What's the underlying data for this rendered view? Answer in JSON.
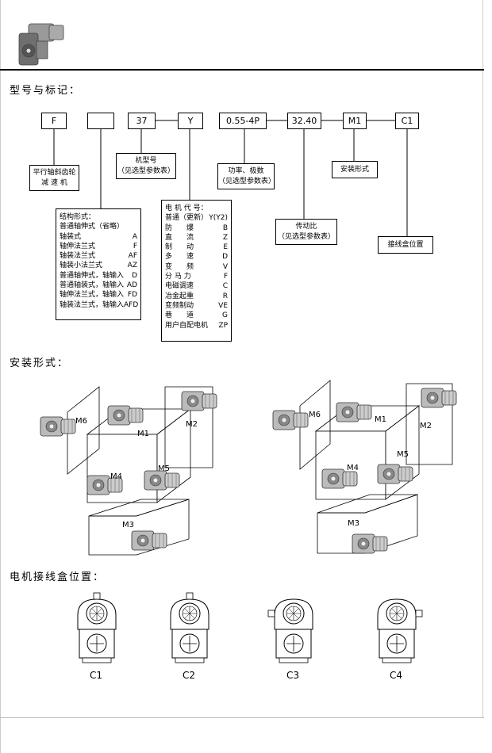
{
  "headings": {
    "model": "型号与标记：",
    "mounting": "安装形式：",
    "terminal": "电机接线盒位置："
  },
  "code": {
    "f": "F",
    "blank": "",
    "size": "37",
    "motor": "Y",
    "power": "0.55-4P",
    "ratio": "32.40",
    "mount": "M1",
    "box": "C1"
  },
  "labels": {
    "reducer_line1": "平行轴斜齿轮",
    "reducer_line2": "减 速 机",
    "model_no_line1": "机型号",
    "model_no_line2": "（见选型参数表）",
    "power_line1": "功率、极数",
    "power_line2": "（见选型参数表）",
    "mount_type": "安装形式",
    "ratio_line1": "传动比",
    "ratio_line2": "（见选型参数表）",
    "terminal_pos": "接线盒位置"
  },
  "structure": {
    "title": "结构形式：",
    "items": [
      {
        "name": "普通轴伸式（省略）",
        "code": ""
      },
      {
        "name": "轴装式",
        "code": "A"
      },
      {
        "name": "轴伸法兰式",
        "code": "F"
      },
      {
        "name": "轴装法兰式",
        "code": "AF"
      },
      {
        "name": "轴装小法兰式",
        "code": "AZ"
      },
      {
        "name": "普通轴伸式，轴输入",
        "code": "D"
      },
      {
        "name": "普通轴装式，轴输入",
        "code": "AD"
      },
      {
        "name": "轴伸法兰式，轴输入",
        "code": "FD"
      },
      {
        "name": "轴装法兰式，轴输入",
        "code": "AFD"
      }
    ]
  },
  "motor_code": {
    "title": "电 机 代 号：",
    "items": [
      {
        "name": "普通（更新）",
        "code": "Y(Y2)"
      },
      {
        "name": "防　　爆",
        "code": "B"
      },
      {
        "name": "直　　流",
        "code": "Z"
      },
      {
        "name": "制　　动",
        "code": "E"
      },
      {
        "name": "多　　速",
        "code": "D"
      },
      {
        "name": "变　　频",
        "code": "V"
      },
      {
        "name": "分 马 力",
        "code": "F"
      },
      {
        "name": "电磁调速",
        "code": "C"
      },
      {
        "name": "冶金起重",
        "code": "R"
      },
      {
        "name": "变频制动",
        "code": "VE"
      },
      {
        "name": "巷　　道",
        "code": "G"
      },
      {
        "name": "用户自配电机",
        "code": "ZP"
      }
    ]
  },
  "mount_positions": [
    "M1",
    "M2",
    "M3",
    "M4",
    "M5",
    "M6"
  ],
  "terminal_positions": [
    "C1",
    "C2",
    "C3",
    "C4"
  ]
}
